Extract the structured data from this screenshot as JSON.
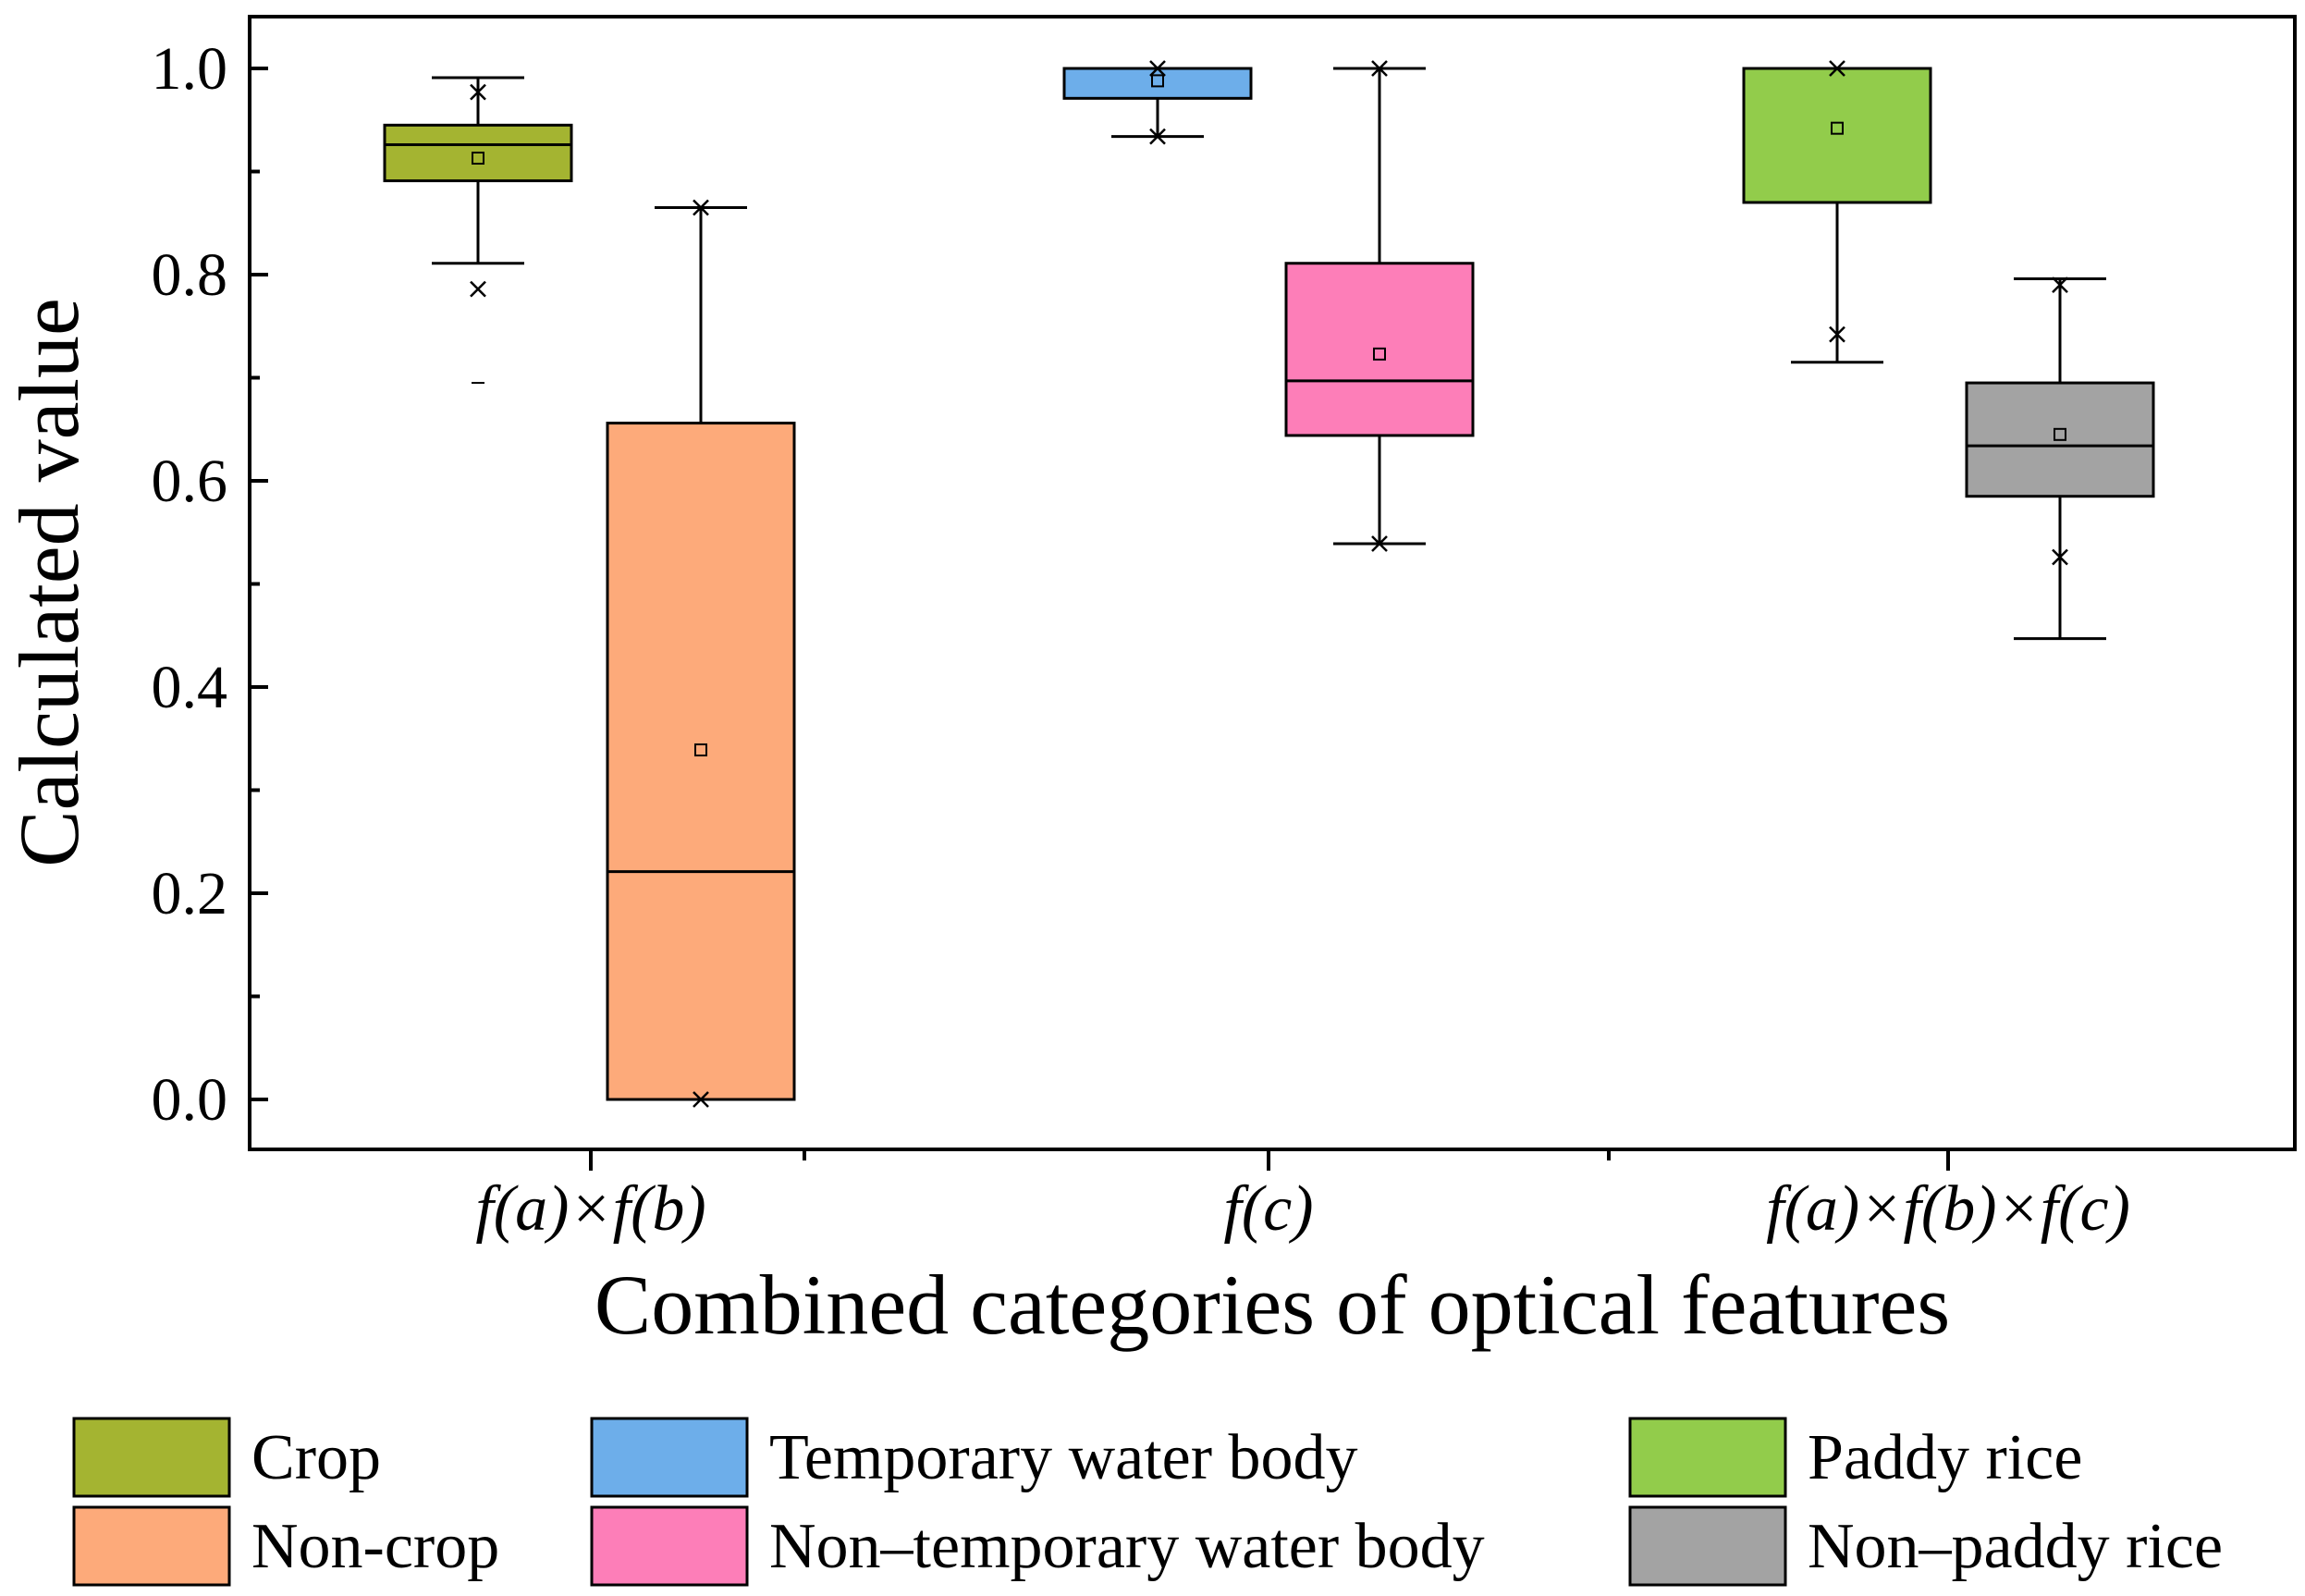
{
  "chart_data": {
    "type": "box",
    "xlabel": "Combined categories of optical features",
    "ylabel": "Calculated value",
    "ylim": [
      -0.05,
      1.05
    ],
    "yticks": [
      "0.0",
      "0.2",
      "0.4",
      "0.6",
      "0.8",
      "1.0"
    ],
    "grid": false,
    "legend_position": "bottom",
    "categories": [
      "f(a)×f(b)",
      "f(c)",
      "f(a)×f(b)×f(c)"
    ],
    "series": [
      {
        "name": "Crop",
        "category": "f(a)×f(b)",
        "color": "#a4b431",
        "whisker_low": 0.811,
        "q1": 0.891,
        "median": 0.926,
        "q3": 0.945,
        "whisker_high": 0.991,
        "mean": 0.913,
        "p1": 0.786,
        "p99": 0.977,
        "outliers": [
          0.695
        ]
      },
      {
        "name": "Non-crop",
        "category": "f(a)×f(b)",
        "color": "#fdaa7a",
        "whisker_low": 0.0,
        "q1": 0.0,
        "median": 0.221,
        "q3": 0.656,
        "whisker_high": 0.865,
        "mean": 0.339,
        "p1": 0.0,
        "p99": 0.865,
        "outliers": []
      },
      {
        "name": "Temporary water body",
        "category": "f(c)",
        "color": "#6daeea",
        "whisker_low": 0.934,
        "q1": 0.971,
        "median": 1.0,
        "q3": 1.0,
        "whisker_high": 1.0,
        "mean": 0.988,
        "p1": 0.934,
        "p99": 1.0,
        "outliers": []
      },
      {
        "name": "Non–temporary water body",
        "category": "f(c)",
        "color": "#fd7eb8",
        "whisker_low": 0.539,
        "q1": 0.644,
        "median": 0.697,
        "q3": 0.811,
        "whisker_high": 1.0,
        "mean": 0.723,
        "p1": 0.539,
        "p99": 1.0,
        "outliers": []
      },
      {
        "name": "Paddy rice",
        "category": "f(a)×f(b)×f(c)",
        "color": "#92cc4b",
        "whisker_low": 0.715,
        "q1": 0.87,
        "median": 1.0,
        "q3": 1.0,
        "whisker_high": 1.0,
        "mean": 0.942,
        "p1": 0.742,
        "p99": 1.0,
        "outliers": []
      },
      {
        "name": "Non–paddy rice",
        "category": "f(a)×f(b)×f(c)",
        "color": "#a3a3a3",
        "whisker_low": 0.447,
        "q1": 0.585,
        "median": 0.634,
        "q3": 0.695,
        "whisker_high": 0.796,
        "mean": 0.645,
        "p1": 0.526,
        "p99": 0.79,
        "outliers": []
      }
    ]
  }
}
